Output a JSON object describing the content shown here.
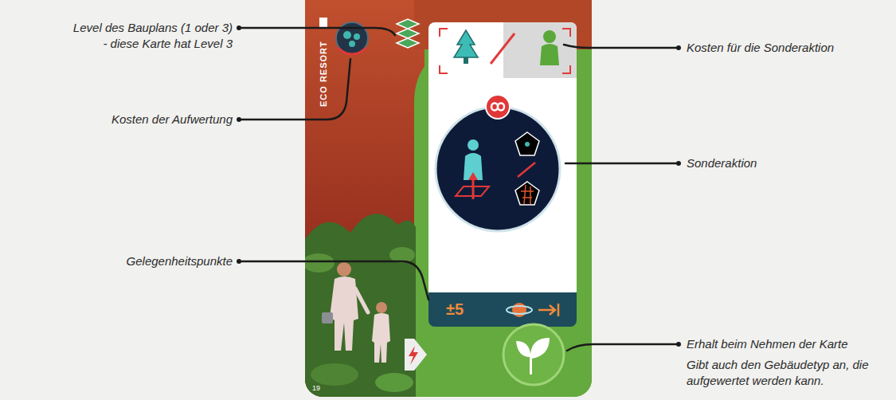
{
  "diagram": {
    "nodes": [
      {
        "text": [
          "ECO RESORT",
          "19"
        ]
      },
      {
        "text": [
          "±5"
        ],
        "in": 0
      }
    ],
    "labels": [
      "Level des Bauplans (1 oder 3) - diese Karte hat Level 3",
      "Kosten der Aufwertung",
      "Gelegenheitspunkte",
      "Kosten für die Sonderaktion",
      "Sonderaktion",
      "Erhalt beim Nehmen der Karte",
      "Gibt auch den Gebäudetyp an, die aufgewertet werden kann."
    ]
  }
}
